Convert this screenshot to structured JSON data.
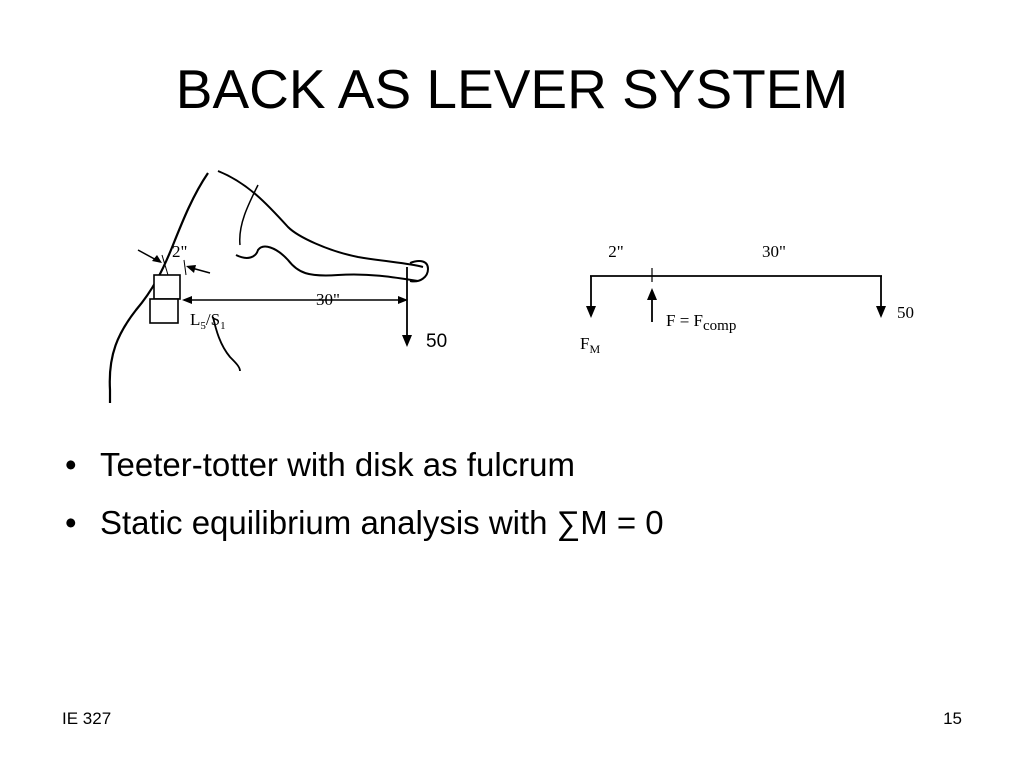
{
  "slide": {
    "title": "BACK AS LEVER SYSTEM",
    "bullets": [
      "Teeter-totter with disk as fulcrum",
      "Static equilibrium analysis with ∑M = 0"
    ],
    "footer_left": "IE 327",
    "page_number": "15"
  },
  "figure_left": {
    "dim_short": "2\"",
    "dim_long": "30\"",
    "load": "50",
    "vertebra_L": "L",
    "vertebra_L_sub": "5",
    "vertebra_sep": "/S",
    "vertebra_S_sub": "1"
  },
  "figure_right": {
    "dim_short": "2\"",
    "dim_long": "30\"",
    "load": "50",
    "muscle_force": "F",
    "muscle_force_sub": "M",
    "compression_label": "F = F",
    "compression_sub": "comp"
  }
}
